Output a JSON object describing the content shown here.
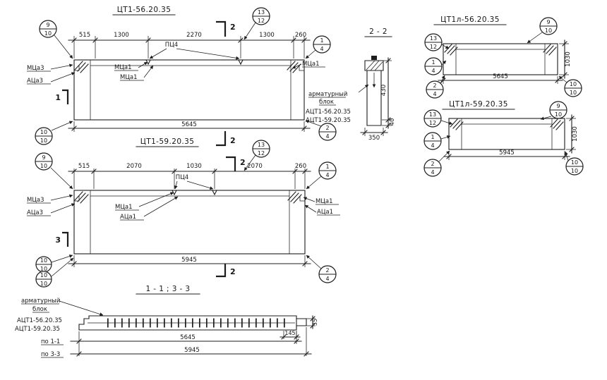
{
  "sheet": {
    "background": "#ffffff",
    "ink": "#1c1c1c"
  },
  "d1": {
    "title": "ЦТ1-56.20.35",
    "dims_top": [
      "515",
      "1300",
      "2270",
      "1300",
      "260"
    ],
    "dim_bottom": "5645",
    "part_label": "ПЦ4",
    "lbl_left1": "МЦа3",
    "lbl_left2": "АЦа3",
    "lbl_mid1": "МЦа1",
    "lbl_mid2": "МЦа1",
    "lbl_right1": "МЦа1",
    "mark_top": "2",
    "mark_bottom": "2",
    "mark_left": "1",
    "co_tl": [
      "9",
      "10"
    ],
    "co_tm": [
      "13",
      "12"
    ],
    "co_tr": [
      "1",
      "4"
    ],
    "co_bl": [
      "10",
      "10"
    ],
    "co_br": [
      "2",
      "4"
    ]
  },
  "d2": {
    "title": "ЦТ1-59.20.35",
    "dims_top": [
      "515",
      "2070",
      "1030",
      "2070",
      "260"
    ],
    "dim_bottom": "5945",
    "part_label": "ПЦ4",
    "lbl_left1": "МЦа3",
    "lbl_left2": "АЦа3",
    "lbl_mid1": "МЦа1",
    "lbl_mid2": "АЦа1",
    "lbl_right1": "МЦа1",
    "lbl_right2": "АЦа1",
    "mark_top": "2",
    "mark_bottom": "2",
    "mark_left": "3",
    "co_tl": [
      "9",
      "10"
    ],
    "co_tm": [
      "13",
      "12"
    ],
    "co_tr": [
      "1",
      "4"
    ],
    "co_bl1": [
      "10",
      "10"
    ],
    "co_bl2": [
      "10",
      "10"
    ],
    "co_br": [
      "2",
      "4"
    ]
  },
  "s22": {
    "title": "2 - 2",
    "note1": "арматурный",
    "note2": "блок",
    "note3": "АЦТ1-56.20.35",
    "note4": "АЦТ1-59.20.35",
    "dim_h1": "430",
    "dim_h2": "40",
    "dim_width": "350"
  },
  "d3": {
    "title": "ЦТ1л-56.20.35",
    "dim_bottom": "5645",
    "dim_right": "1030",
    "co_tr": [
      "9",
      "10"
    ],
    "co_l1": [
      "13",
      "12"
    ],
    "co_l2": [
      "1",
      "4"
    ],
    "co_l3": [
      "2",
      "4"
    ],
    "co_br": [
      "10",
      "10"
    ]
  },
  "d4": {
    "title": "ЦТ1л-59.20.35",
    "dim_bottom": "5945",
    "dim_right": "1030",
    "co_tr": [
      "9",
      "10"
    ],
    "co_l1": [
      "13",
      "12"
    ],
    "co_l2": [
      "1",
      "4"
    ],
    "co_l3": [
      "2",
      "4"
    ],
    "co_br": [
      "10",
      "10"
    ]
  },
  "s13": {
    "title": "1 - 1 ; 3 - 3",
    "note1": "арматурный",
    "note2": "блок",
    "note3": "АЦТ1-56.20.35",
    "note4": "АЦТ1-59.20.35",
    "dim_inner": "145",
    "dim_thk": "35",
    "row1_label": "по 1-1",
    "row1_value": "5645",
    "row2_label": "по 3-3",
    "row2_value": "5945"
  }
}
